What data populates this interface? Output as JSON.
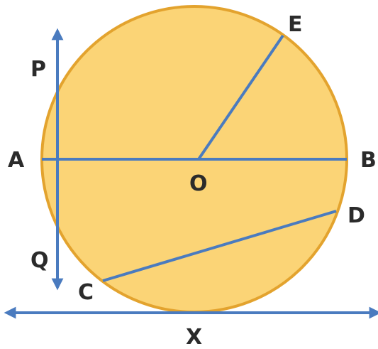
{
  "colors": {
    "circle_fill": "#FBD476",
    "circle_stroke": "#E3A32E",
    "line": "#4A7BBF",
    "label": "#2B2B2B"
  },
  "labels": {
    "A": "A",
    "B": "B",
    "O": "O",
    "E": "E",
    "D": "D",
    "C": "C",
    "P": "P",
    "Q": "Q",
    "X": "X"
  }
}
